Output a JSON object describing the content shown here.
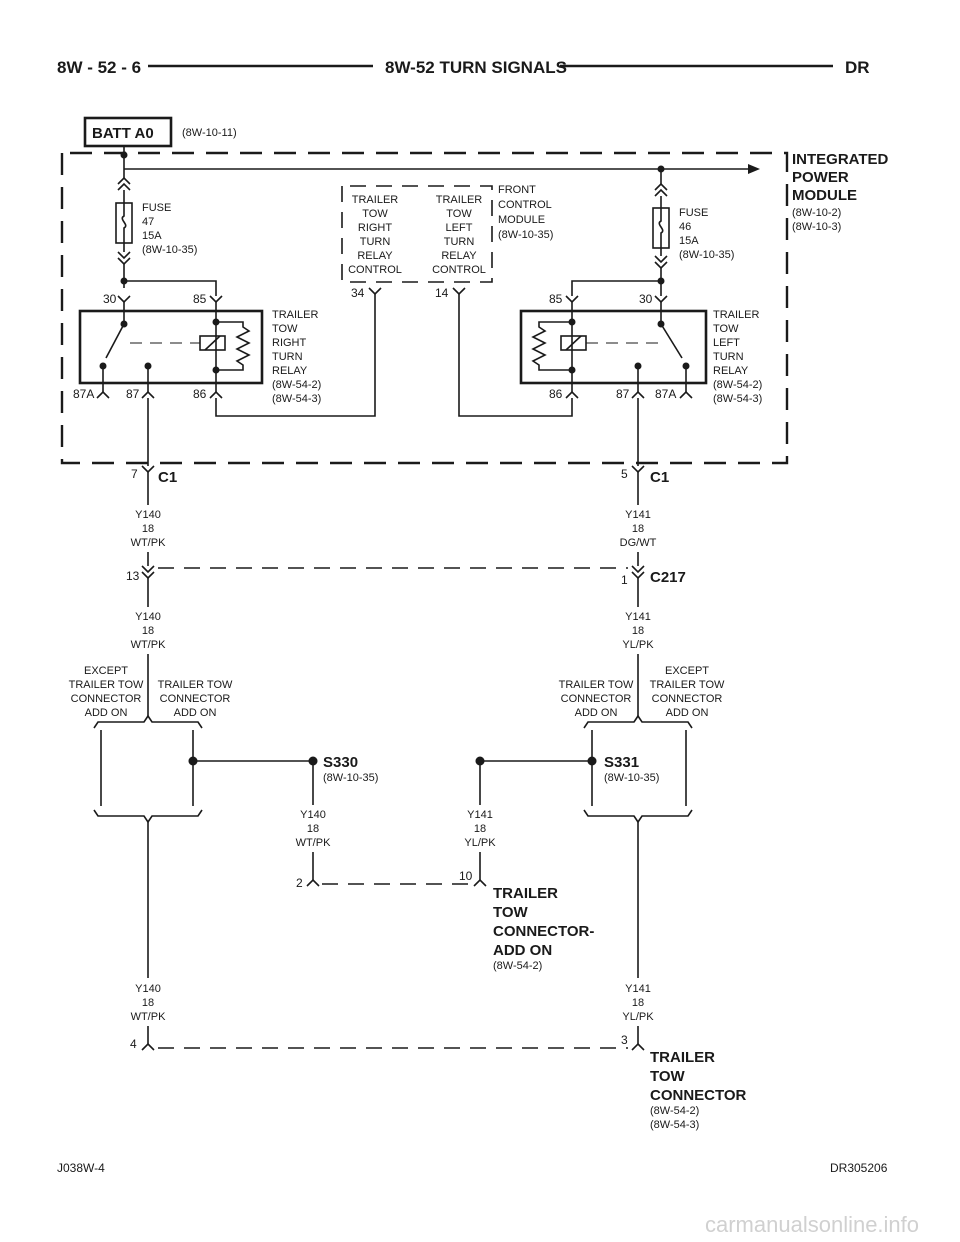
{
  "header": {
    "left": "8W - 52 - 6",
    "center": "8W-52 TURN SIGNALS",
    "right": "DR"
  },
  "batt": {
    "label": "BATT A0",
    "ref": "(8W-10-11)"
  },
  "ipm": {
    "line1": "INTEGRATED",
    "line2": "POWER",
    "line3": "MODULE",
    "ref1": "(8W-10-2)",
    "ref2": "(8W-10-3)"
  },
  "fuse47": {
    "l1": "FUSE",
    "l2": "47",
    "l3": "15A",
    "l4": "(8W-10-35)"
  },
  "fuse46": {
    "l1": "FUSE",
    "l2": "46",
    "l3": "15A",
    "l4": "(8W-10-35)"
  },
  "fcm": {
    "right_ctrl": [
      "TRAILER",
      "TOW",
      "RIGHT",
      "TURN",
      "RELAY",
      "CONTROL"
    ],
    "left_ctrl": [
      "TRAILER",
      "TOW",
      "LEFT",
      "TURN",
      "RELAY",
      "CONTROL"
    ],
    "name": [
      "FRONT",
      "CONTROL",
      "MODULE",
      "(8W-10-35)"
    ],
    "pin_right": "34",
    "pin_left": "14"
  },
  "relay_right": {
    "label": [
      "TRAILER",
      "TOW",
      "RIGHT",
      "TURN",
      "RELAY",
      "(8W-54-2)",
      "(8W-54-3)"
    ],
    "p30": "30",
    "p85": "85",
    "p87a": "87A",
    "p87": "87",
    "p86": "86"
  },
  "relay_left": {
    "label": [
      "TRAILER",
      "TOW",
      "LEFT",
      "TURN",
      "RELAY",
      "(8W-54-2)",
      "(8W-54-3)"
    ],
    "p85": "85",
    "p30": "30",
    "p86": "86",
    "p87": "87",
    "p87a": "87A"
  },
  "c1_left": {
    "pin": "7",
    "name": "C1"
  },
  "c1_right": {
    "pin": "5",
    "name": "C1"
  },
  "wire_y140_a": [
    "Y140",
    "18",
    "WT/PK"
  ],
  "wire_y141_a": [
    "Y141",
    "18",
    "DG/WT"
  ],
  "c217": {
    "pin_left": "13",
    "pin_right": "1",
    "name": "C217"
  },
  "wire_y140_b": [
    "Y140",
    "18",
    "WT/PK"
  ],
  "wire_y141_b": [
    "Y141",
    "18",
    "YL/PK"
  ],
  "options_left": {
    "except": [
      "EXCEPT",
      "TRAILER TOW",
      "CONNECTOR",
      "ADD ON"
    ],
    "with": [
      "TRAILER TOW",
      "CONNECTOR",
      "ADD ON"
    ]
  },
  "options_right": {
    "with": [
      "TRAILER TOW",
      "CONNECTOR",
      "ADD ON"
    ],
    "except": [
      "EXCEPT",
      "TRAILER TOW",
      "CONNECTOR",
      "ADD ON"
    ]
  },
  "s330": {
    "name": "S330",
    "ref": "(8W-10-35)"
  },
  "s331": {
    "name": "S331",
    "ref": "(8W-10-35)"
  },
  "wire_y140_c": [
    "Y140",
    "18",
    "WT/PK"
  ],
  "wire_y141_c": [
    "Y141",
    "18",
    "YL/PK"
  ],
  "addon_conn": {
    "pin_left": "2",
    "pin_right": "10",
    "name": [
      "TRAILER",
      "TOW",
      "CONNECTOR-",
      "ADD ON"
    ],
    "ref": "(8W-54-2)"
  },
  "wire_y140_d": [
    "Y140",
    "18",
    "WT/PK"
  ],
  "wire_y141_d": [
    "Y141",
    "18",
    "YL/PK"
  ],
  "tow_conn": {
    "pin_left": "4",
    "pin_right": "3",
    "name": [
      "TRAILER",
      "TOW",
      "CONNECTOR"
    ],
    "ref1": "(8W-54-2)",
    "ref2": "(8W-54-3)"
  },
  "footer": {
    "left": "J038W-4",
    "right": "DR305206"
  },
  "watermark": "carmanualsonline.info"
}
